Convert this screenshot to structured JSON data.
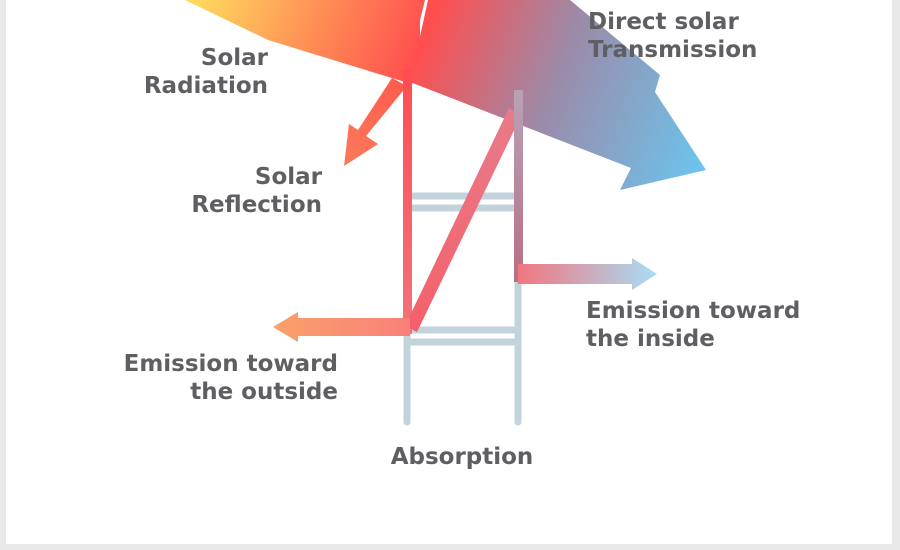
{
  "labels": {
    "solar_radiation": [
      "Solar",
      "Radiation"
    ],
    "solar_reflection": [
      "Solar",
      "Reflection"
    ],
    "direct_transmission": [
      "Direct solar",
      "Transmission"
    ],
    "emission_inside": [
      "Emission toward",
      "the inside"
    ],
    "emission_outside": [
      "Emission toward",
      "the outside"
    ],
    "absorption": "Absorption"
  },
  "colors": {
    "text": "#5f5f63",
    "frame": "#c3d3dc",
    "radiation_start": "#ffd75e",
    "radiation_hot": "#ff4e4e",
    "transmission_end": "#6cc3ec",
    "emission_inside_end": "#a8dcf3",
    "emission_outside": "#f9a06a"
  }
}
